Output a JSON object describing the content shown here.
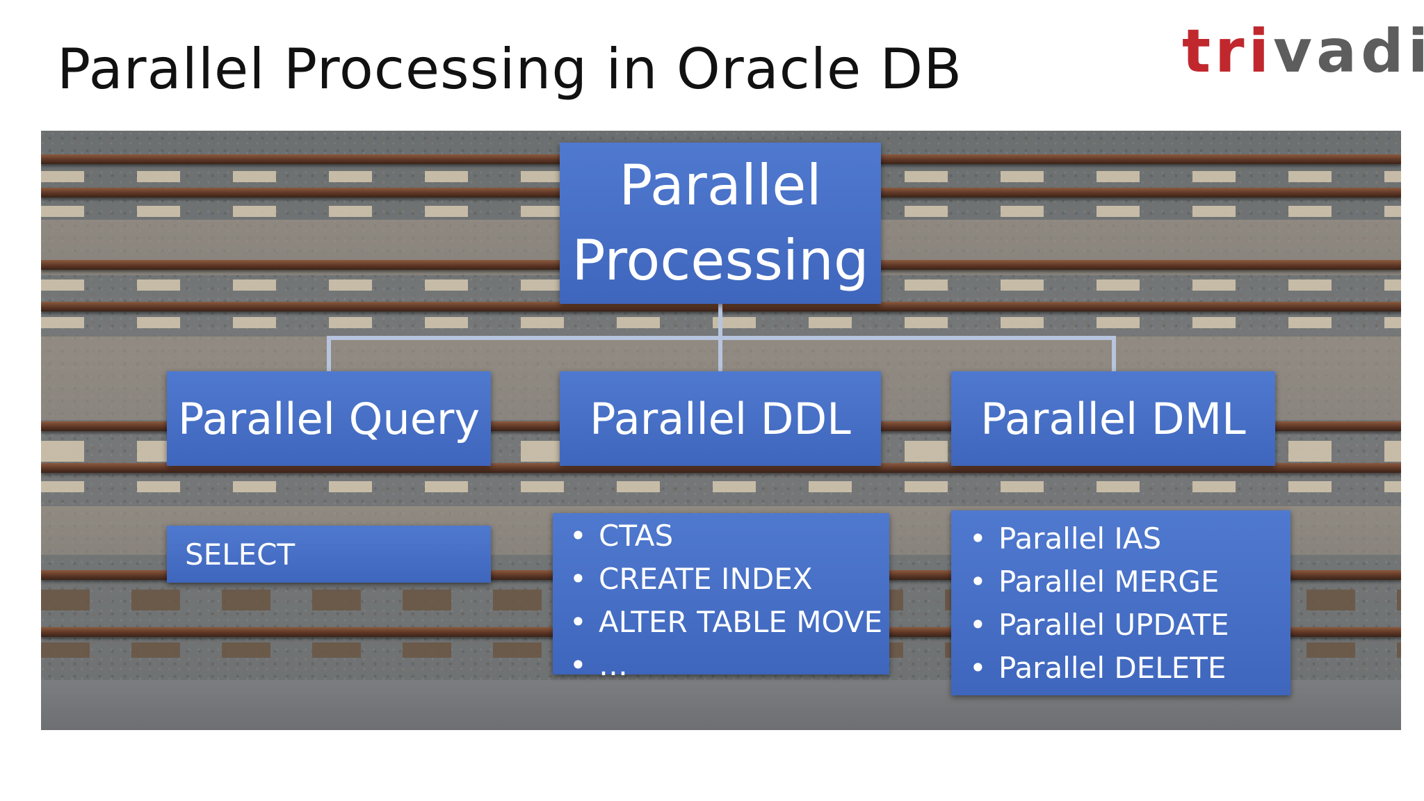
{
  "slide": {
    "title": "Parallel Processing in Oracle DB",
    "logo": {
      "part_red": "tri",
      "part_gray": "vadis"
    }
  },
  "diagram": {
    "root": {
      "line1": "Parallel",
      "line2": "Processing"
    },
    "children": [
      {
        "label": "Parallel Query",
        "details": [
          "SELECT"
        ]
      },
      {
        "label": "Parallel DDL",
        "details": [
          "CTAS",
          "CREATE INDEX",
          "ALTER TABLE MOVE",
          "…"
        ]
      },
      {
        "label": "Parallel DML",
        "details": [
          "Parallel IAS",
          "Parallel MERGE",
          "Parallel UPDATE",
          "Parallel DELETE"
        ]
      }
    ]
  },
  "colors": {
    "box_fill": "#4472c4",
    "connector": "#b7c4de",
    "logo_red": "#c0282d",
    "logo_gray": "#5d5d5d",
    "title_text": "#111111"
  }
}
